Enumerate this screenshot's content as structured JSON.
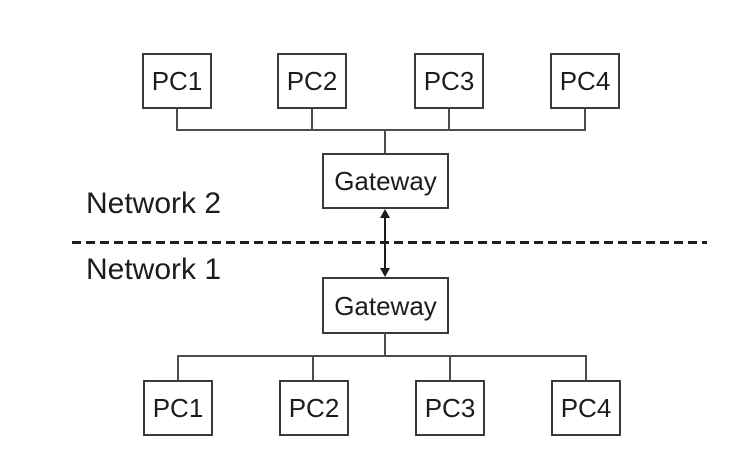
{
  "diagram": {
    "type": "network-topology",
    "background_color": "#ffffff",
    "box_border_color": "#3a3a3a",
    "connector_color": "#4d4d4d",
    "divider_color": "#1f1f1f",
    "text_color": "#1c1c1c",
    "link_arrow": "bidirectional",
    "networks": [
      {
        "label": "Network 2",
        "gateway_label": "Gateway",
        "pcs": [
          "PC1",
          "PC2",
          "PC3",
          "PC4"
        ]
      },
      {
        "label": "Network 1",
        "gateway_label": "Gateway",
        "pcs": [
          "PC1",
          "PC2",
          "PC3",
          "PC4"
        ]
      }
    ]
  }
}
